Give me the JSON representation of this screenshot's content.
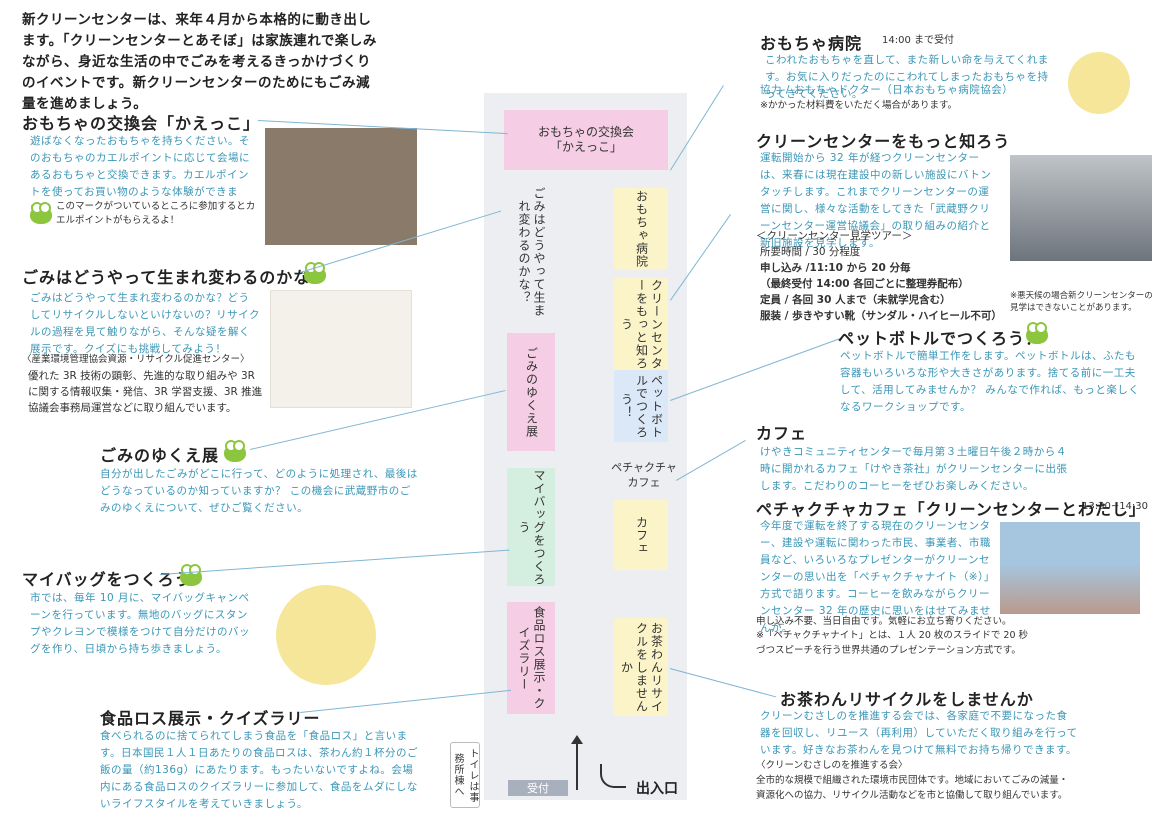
{
  "intro": "新クリーンセンターは、来年４月から本格的に動き出します。「クリーンセンターとあそぼ」は家族連れで楽しみながら、身近な生活の中でごみを考えるきっかけづくりのイベントです。新クリーンセンターのためにもごみ減量を進めましょう。",
  "left": {
    "kaekko": {
      "title": "おもちゃの交換会「かえっこ」",
      "body": "遊ばなくなったおもちゃを持ちください。そのおもちゃのカエルポイントに応じて会場にあるおもちゃと交換できます。カエルポイントを使ってお買い物のような体験ができます。",
      "note": "このマークがついているところに参加するとカエルポイントがもらえるよ！"
    },
    "gomi": {
      "title": "ごみはどうやって生まれ変わるのかな？",
      "body": "ごみはどうやって生まれ変わるのかな？どうしてリサイクルしないといけないの？リサイクルの過程を見て触りながら、そんな疑を解く展示です。クイズにも挑戦してみよう！",
      "org": "〈産業環境管理協会資源・リサイクル促進センター〉",
      "org_body": "優れた 3R 技術の顕彰、先進的な取り組みや 3R に関する情報収集・発信、3R 学習支援、3R 推進協議会事務局運営などに取り組んでいます。"
    },
    "yukue": {
      "title": "ごみのゆくえ展",
      "body": "自分が出したごみがどこに行って、どのように処理され、最後はどうなっているのか知っていますか？ この機会に武蔵野市のごみのゆくえについて、ぜひご覧ください。"
    },
    "bag": {
      "title": "マイバッグをつくろう",
      "body": "市では、毎年 10 月に、マイバッグキャンペーンを行っています。無地のバッグにスタンプやクレヨンで模様をつけて自分だけのバッグを作り、日頃から持ち歩きましょう。"
    },
    "food": {
      "title": "食品ロス展示・クイズラリー",
      "body": "食べられるのに捨てられてしまう食品を「食品ロス」と言います。日本国民１人１日あたりの食品ロスは、茶わん約１杯分のご飯の量（約136g）にあたります。もったいないですよね。会場内にある食品ロスのクイズラリーに参加して、食品をムダにしないライフスタイルを考えていきましょう。"
    }
  },
  "map": {
    "kaekko": "おもちゃの交換会\n「かえっこ」",
    "gomi": "ごみはどうやって生まれ変わるのかな？",
    "yukue": "ごみのゆくえ展",
    "bag": "マイバッグをつくろう",
    "food": "食品ロス展示・クイズラリー",
    "byoin": "おもちゃ病院",
    "center": "クリーンセンターをもっと知ろう",
    "pet": "ペットボトルでつくろう！",
    "pecha": "ペチャクチャ\nカフェ",
    "cafe": "カフェ",
    "chawan": "お茶わんリサイクルをしませんか",
    "toilet": "トイレは事務所棟へ",
    "uketsuke": "受付",
    "entrance": "出入口"
  },
  "right": {
    "byoin": {
      "title": "おもちゃ病院",
      "time": "14:00 まで受付",
      "body": "こわれたおもちゃを直して、また新しい命を与えてくれます。お気に入りだったのにこわれてしまったおもちゃを持ってきてください。",
      "org": "協力 / おもちゃドクター（日本おもちゃ病院協会）",
      "note": "※かかった材料費をいただく場合があります。"
    },
    "center": {
      "title": "クリーンセンターをもっと知ろう",
      "body": "運転開始から 32 年が経つクリーンセンターは、来春には現在建設中の新しい施設にバトンタッチします。これまでクリーンセンターの運営に関し、様々な活動をしてきた「武蔵野クリーンセンター運営協議会」の取り組みの紹介と新旧施設を見学します。",
      "tour": "＜クリーンセンター見学ツアー＞",
      "l1": "所要時間 / 30 分程度",
      "l2": "申し込み /11:10 から 20 分毎",
      "l3": "（最終受付 14:00 各回ごとに整理券配布）",
      "l4": "定員 / 各回 30 人まで（未就学児含む）",
      "l5": "服装 / 歩きやすい靴（サンダル・ハイヒール不可）",
      "photo_note": "※悪天候の場合新クリーンセンターの見学はできないことがあります。"
    },
    "pet": {
      "title": "ペットボトルでつくろう！",
      "body": "ペットボトルで簡単工作をします。ペットボトルは、ふたも容器もいろいろな形や大きさがあります。捨てる前に一工夫して、活用してみませんか？ みんなで作れば、もっと楽しくなるワークショップです。"
    },
    "cafe": {
      "title": "カフェ",
      "body": "けやきコミュニティセンターで毎月第３土曜日午後２時から４時に開かれるカフェ「けやき茶社」がクリーンセンターに出張します。こだわりのコーヒーをぜひお楽しみください。"
    },
    "pecha": {
      "title": "ペチャクチャカフェ「クリーンセンターとわたし」",
      "time": "13:30~14:30",
      "body": "今年度で運転を終了する現在のクリーンセンター、建設や運転に関わった市民、事業者、市職員など、いろいろなプレゼンターがクリーンセンターの思い出を「ペチャクチャナイト（※）」方式で語ります。コーヒーを飲みながらクリーンセンター 32 年の歴史に思いをはせてみませんか。",
      "apply": "申し込み不要、当日自由です。気軽にお立ち寄りください。",
      "note": "※「ペチャクチャナイト」とは、１人 20 枚のスライドで 20 秒づつスピーチを行う世界共通のプレゼンテーション方式です。"
    },
    "chawan": {
      "title": "お茶わんリサイクルをしませんか",
      "body": "クリーンむさしのを推進する会では、各家庭で不要になった食器を回収し、リユース（再利用）していただく取り組みを行っています。好きなお茶わんを見つけて無料でお持ち帰りできます。",
      "org": "〈クリーンむさしのを推進する会〉",
      "org_body": "全市的な規模で組織された環境市民団体です。地域においてごみの減量・資源化への協力、リサイクル活動などを市と協働して取り組んでいます。"
    }
  }
}
